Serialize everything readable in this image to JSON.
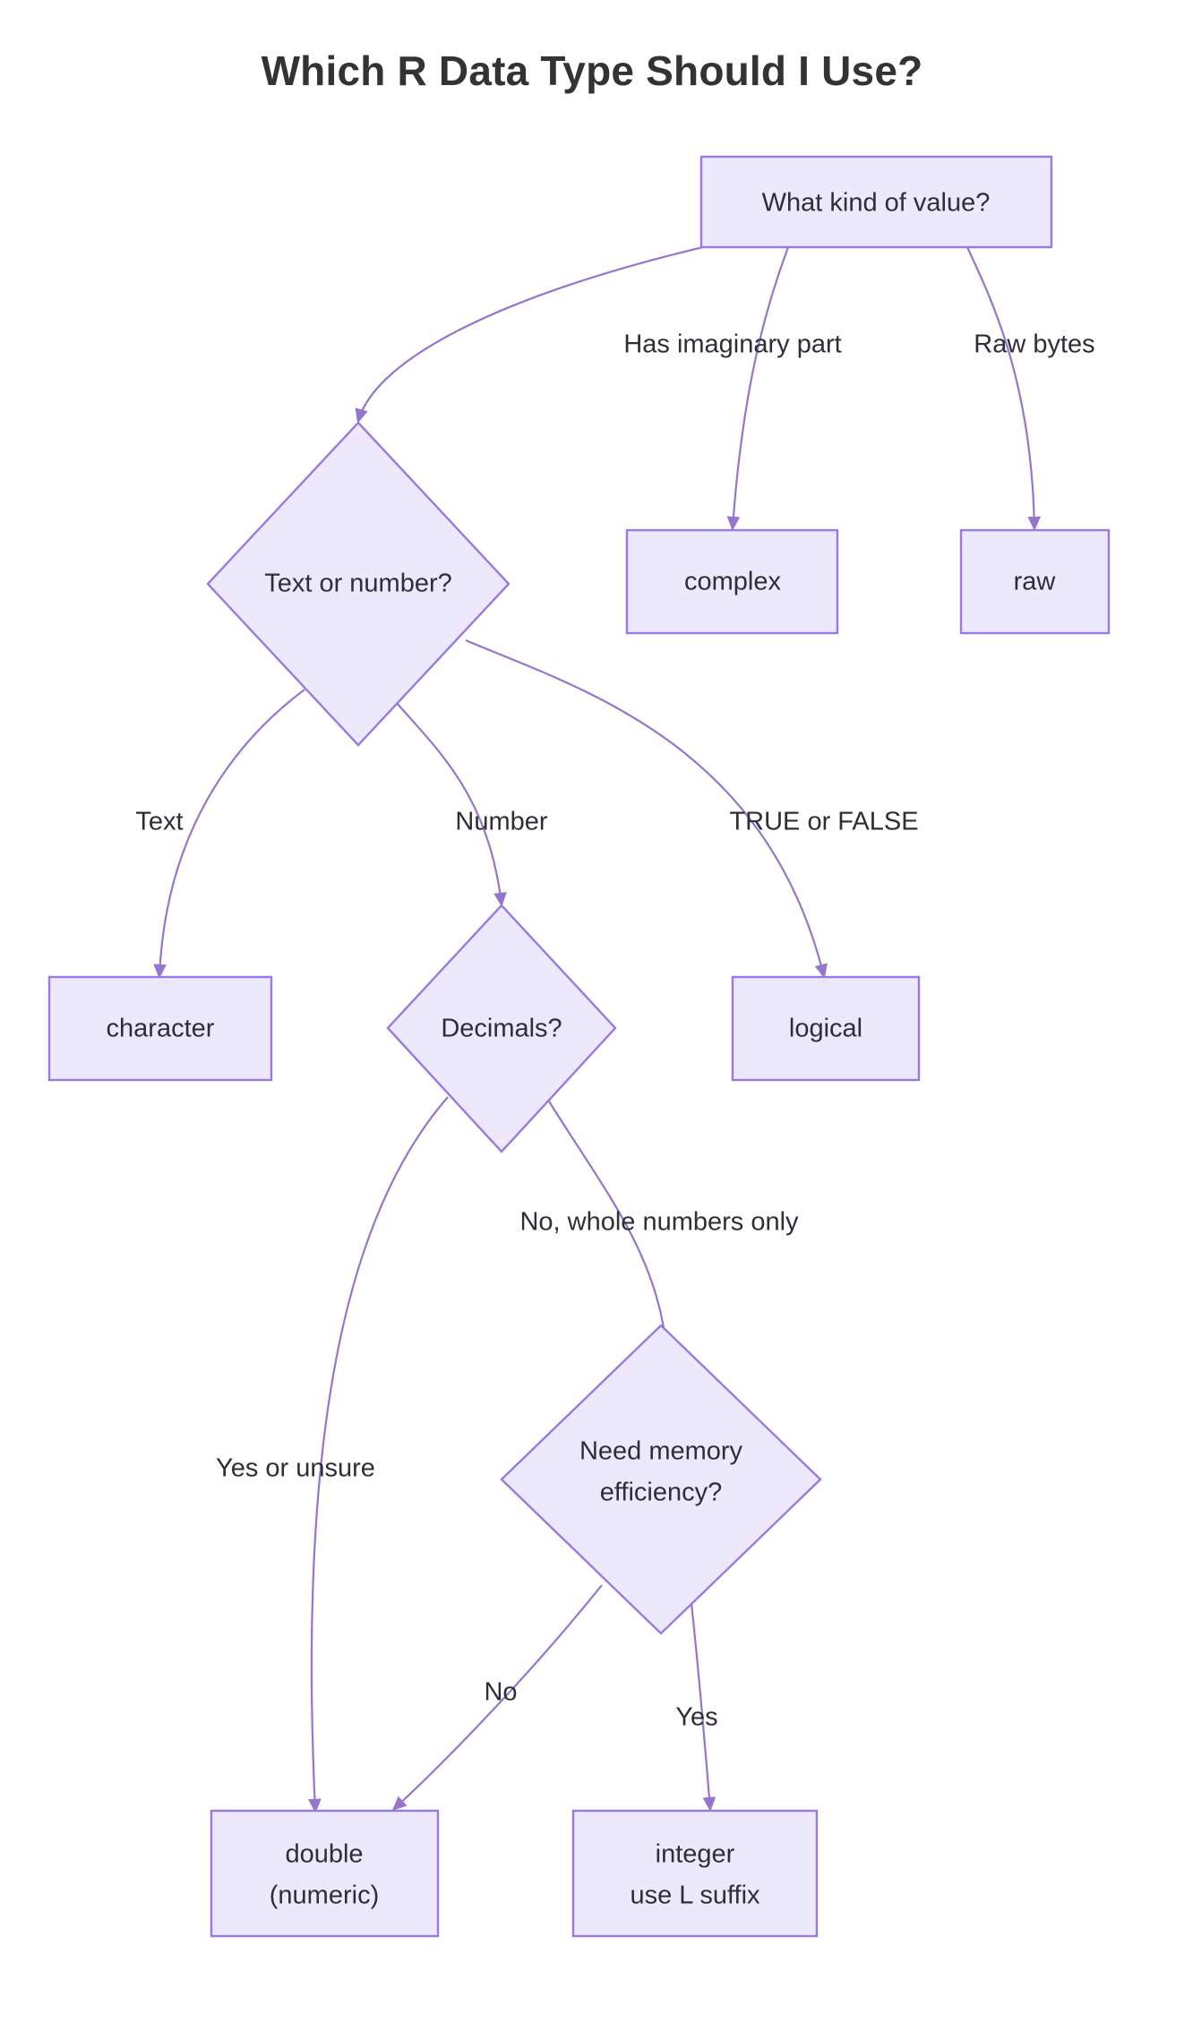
{
  "title": "Which R Data Type Should I Use?",
  "colors": {
    "node_fill": "#ece9fc",
    "node_border": "#9a79e0",
    "edge": "#9575cd",
    "text": "#2e2e38",
    "title": "#333333",
    "background": "#ffffff"
  },
  "chart_data": {
    "type": "diagram",
    "diagram_type": "flowchart",
    "direction": "top-down",
    "title": "Which R Data Type Should I Use?",
    "nodes": [
      {
        "id": "start",
        "label": "What kind of value?",
        "shape": "rectangle"
      },
      {
        "id": "complex",
        "label": "complex",
        "shape": "rectangle"
      },
      {
        "id": "raw",
        "label": "raw",
        "shape": "rectangle"
      },
      {
        "id": "textnum",
        "label": "Text or number?",
        "shape": "diamond"
      },
      {
        "id": "character",
        "label": "character",
        "shape": "rectangle"
      },
      {
        "id": "decimals",
        "label": "Decimals?",
        "shape": "diamond"
      },
      {
        "id": "logical",
        "label": "logical",
        "shape": "rectangle"
      },
      {
        "id": "memory",
        "label": "Need memory efficiency?",
        "label_line1": "Need memory",
        "label_line2": "efficiency?",
        "shape": "diamond"
      },
      {
        "id": "double",
        "label": "double (numeric)",
        "label_line1": "double",
        "label_line2": "(numeric)",
        "shape": "rectangle"
      },
      {
        "id": "integer",
        "label": "integer use L suffix",
        "label_line1": "integer",
        "label_line2": "use L suffix",
        "shape": "rectangle"
      }
    ],
    "edges": [
      {
        "from": "start",
        "to": "textnum",
        "label": ""
      },
      {
        "from": "start",
        "to": "complex",
        "label": "Has imaginary part"
      },
      {
        "from": "start",
        "to": "raw",
        "label": "Raw bytes"
      },
      {
        "from": "textnum",
        "to": "character",
        "label": "Text"
      },
      {
        "from": "textnum",
        "to": "decimals",
        "label": "Number"
      },
      {
        "from": "textnum",
        "to": "logical",
        "label": "TRUE or FALSE"
      },
      {
        "from": "decimals",
        "to": "double",
        "label": "Yes or unsure"
      },
      {
        "from": "decimals",
        "to": "memory",
        "label": "No, whole numbers only"
      },
      {
        "from": "memory",
        "to": "double",
        "label": "No"
      },
      {
        "from": "memory",
        "to": "integer",
        "label": "Yes"
      }
    ]
  },
  "nodes": {
    "start": {
      "label": "What kind of value?"
    },
    "complex": {
      "label": "complex"
    },
    "raw": {
      "label": "raw"
    },
    "textnum": {
      "label": "Text or number?"
    },
    "character": {
      "label": "character"
    },
    "decimals": {
      "label": "Decimals?"
    },
    "logical": {
      "label": "logical"
    },
    "memory": {
      "line1": "Need memory",
      "line2": "efficiency?"
    },
    "double": {
      "line1": "double",
      "line2": "(numeric)"
    },
    "integer": {
      "line1": "integer",
      "line2": "use L suffix"
    }
  },
  "edge_labels": {
    "has_imaginary": "Has imaginary part",
    "raw_bytes": "Raw bytes",
    "text": "Text",
    "number": "Number",
    "true_or_false": "TRUE or FALSE",
    "yes_or_unsure": "Yes or unsure",
    "no_whole_numbers": "No, whole numbers only",
    "no": "No",
    "yes": "Yes"
  }
}
